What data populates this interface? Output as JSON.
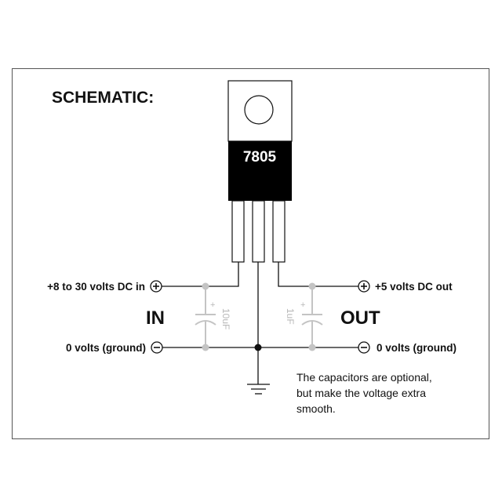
{
  "title": "SCHEMATIC:",
  "chip": {
    "part_number": "7805"
  },
  "input": {
    "positive_label": "+8 to 30 volts DC in",
    "ground_label": "0 volts (ground)",
    "side_label": "IN"
  },
  "output": {
    "positive_label": "+5 volts DC out",
    "ground_label": "0 volts (ground)",
    "side_label": "OUT"
  },
  "capacitors": [
    {
      "value": "10uF"
    },
    {
      "value": "1uF"
    }
  ],
  "terminals": {
    "plus_symbol": "+",
    "minus_symbol": "−"
  },
  "note": {
    "lines": [
      "The capacitors are optional,",
      "but make the voltage extra",
      "smooth."
    ]
  },
  "colors": {
    "wire": "#111111",
    "capacitor": "#c4c4c4",
    "chip_body": "#000000"
  }
}
